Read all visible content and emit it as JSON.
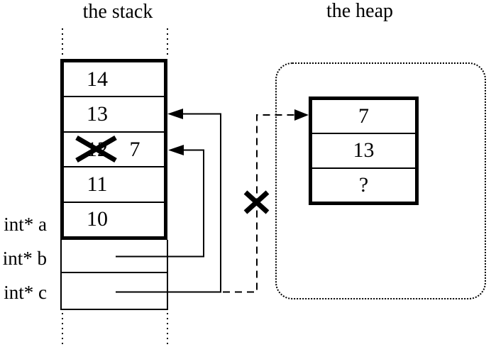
{
  "stack": {
    "title": "the stack",
    "cells": [
      {
        "value": "14"
      },
      {
        "value": "13"
      },
      {
        "value": "12",
        "crossed_out": true,
        "replacement": "7"
      },
      {
        "value": "11"
      },
      {
        "value": "10"
      }
    ],
    "pointer_labels": [
      {
        "text": "int* a"
      },
      {
        "text": "int* b"
      },
      {
        "text": "int* c"
      }
    ]
  },
  "heap": {
    "title": "the heap",
    "cells": [
      {
        "value": "7"
      },
      {
        "value": "13"
      },
      {
        "value": "?"
      }
    ]
  },
  "colors": {
    "ink": "#000000",
    "background": "#ffffff"
  }
}
